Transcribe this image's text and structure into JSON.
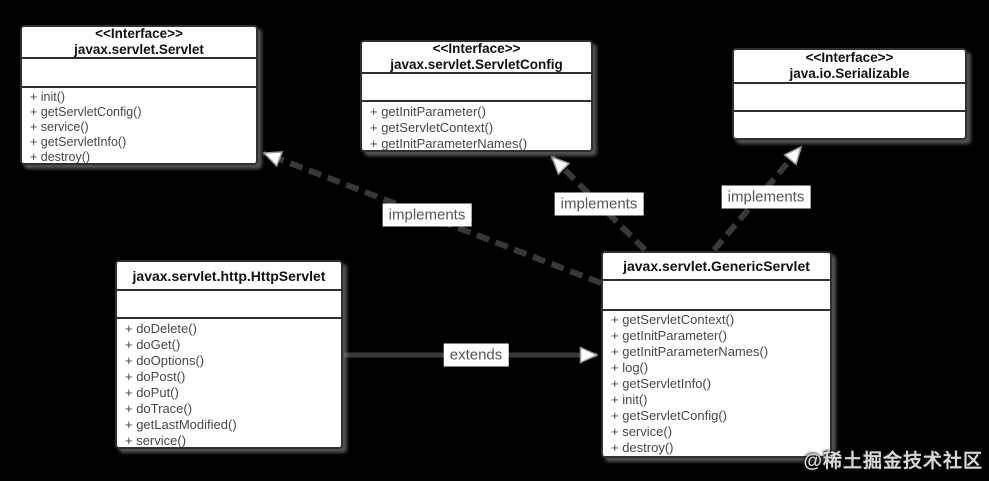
{
  "diagram": {
    "classes": [
      {
        "stereotype": "<<Interface>>",
        "name": "javax.servlet.Servlet",
        "methods": [
          "+ init()",
          "+ getServletConfig()",
          "+ service()",
          "+ getServletInfo()",
          "+ destroy()"
        ]
      },
      {
        "stereotype": "<<Interface>>",
        "name": "javax.servlet.ServletConfig",
        "methods": [
          "+ getInitParameter()",
          "+ getServletContext()",
          "+ getInitParameterNames()"
        ]
      },
      {
        "stereotype": "<<Interface>>",
        "name": "java.io.Serializable",
        "methods": []
      },
      {
        "stereotype": "",
        "name": "javax.servlet.http.HttpServlet",
        "methods": [
          "+ doDelete()",
          "+ doGet()",
          "+ doOptions()",
          "+ doPost()",
          "+ doPut()",
          "+ doTrace()",
          "+ getLastModified()",
          "+ service()"
        ]
      },
      {
        "stereotype": "",
        "name": "javax.servlet.GenericServlet",
        "methods": [
          "+ getServletContext()",
          "+ getInitParameter()",
          "+ getInitParameterNames()",
          "+ log()",
          "+ getServletInfo()",
          "+ init()",
          "+ getServletConfig()",
          "+ service()",
          "+ destroy()"
        ]
      }
    ],
    "relations": [
      {
        "type": "implements",
        "label": "implements",
        "from": "javax.servlet.GenericServlet",
        "to": "javax.servlet.Servlet"
      },
      {
        "type": "implements",
        "label": "implements",
        "from": "javax.servlet.GenericServlet",
        "to": "javax.servlet.ServletConfig"
      },
      {
        "type": "implements",
        "label": "implements",
        "from": "javax.servlet.GenericServlet",
        "to": "java.io.Serializable"
      },
      {
        "type": "extends",
        "label": "extends",
        "from": "javax.servlet.http.HttpServlet",
        "to": "javax.servlet.GenericServlet"
      }
    ]
  },
  "colors": {
    "background": "#000000",
    "box_fill": "#ffffff",
    "box_border": "#303030",
    "connector": "#383838",
    "arrowhead_fill": "#ffffff",
    "label_bg": "#ffffff",
    "label_text": "#555555",
    "title_text": "#111111",
    "method_text": "#474747",
    "box_shadow": "#969696",
    "watermark_text": "#d8d8d8"
  },
  "watermark": "@稀土掘金技术社区"
}
